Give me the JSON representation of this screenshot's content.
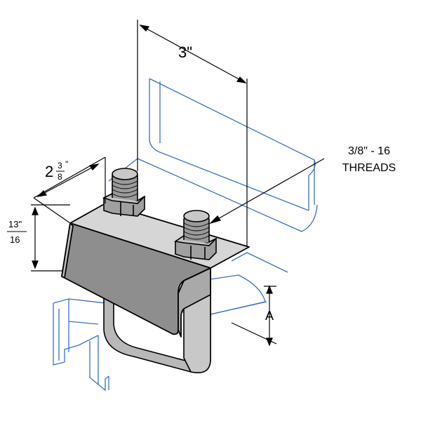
{
  "dimensions": {
    "width_label": "3\"",
    "depth_whole": "2",
    "depth_frac_num": "3",
    "depth_frac_den": "8",
    "depth_inch_mark": "\"",
    "height_num": "13\"",
    "height_den": "16",
    "thread_line1": "3/8\" - 16",
    "thread_line2": "THREADS",
    "clearance_label": "A"
  },
  "colors": {
    "line": "#000000",
    "beam": "#3a6fc4",
    "channel": "#3a6fc4",
    "clamp_dark": "#8e8e8e",
    "clamp_light": "#d6d6d6",
    "bolt": "#9a9a9a"
  }
}
